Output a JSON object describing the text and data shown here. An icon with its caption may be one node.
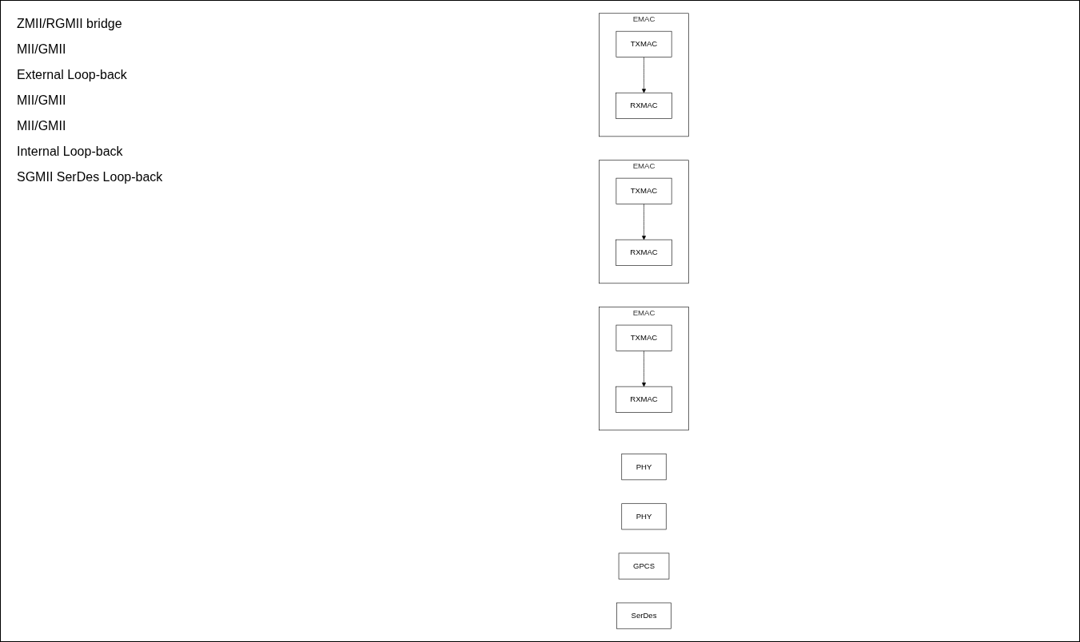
{
  "diagram": {
    "nodes": [
      {
        "text": [
          "EMAC"
        ]
      },
      {
        "text": [
          "TXMAC"
        ],
        "in": 0
      },
      {
        "text": [
          "RXMAC"
        ],
        "in": 0
      },
      {
        "text": [
          "PHY"
        ]
      },
      {
        "text": [
          "EMAC"
        ]
      },
      {
        "text": [
          "TXMAC"
        ],
        "in": 4
      },
      {
        "text": [
          "RXMAC"
        ],
        "in": 4
      },
      {
        "text": [
          "PHY"
        ]
      },
      {
        "text": [
          "EMAC"
        ]
      },
      {
        "text": [
          "TXMAC"
        ],
        "in": 8
      },
      {
        "text": [
          "RXMAC"
        ],
        "in": 8
      },
      {
        "text": [
          "GPCS"
        ]
      },
      {
        "text": [
          "SerDes"
        ]
      }
    ],
    "edges": [
      {
        "from": 1,
        "to": 2,
        "arrow": "to"
      },
      {
        "from": 5,
        "to": 6,
        "arrow": "to"
      },
      {
        "from": 9,
        "to": 10,
        "arrow": "to"
      }
    ],
    "labels": [
      "ZMII/RGMII bridge",
      "MII/GMII",
      "External Loop-back",
      "MII/GMII",
      "MII/GMII",
      "Internal Loop-back",
      "SGMII SerDes Loop-back"
    ]
  }
}
